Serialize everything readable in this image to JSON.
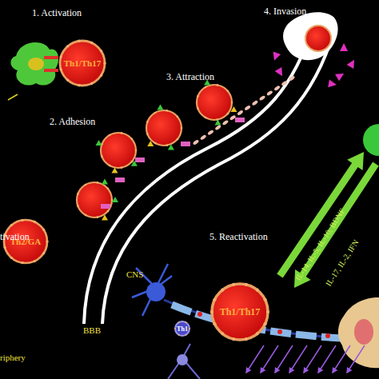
{
  "diagram": {
    "nodes": [
      {
        "text": [
          "Th1/Th17"
        ]
      },
      {
        "text": [
          "Th2/GA"
        ]
      },
      {
        "text": [
          "Th1"
        ]
      },
      {
        "text": [
          "Th1/Th17"
        ]
      }
    ],
    "labels": [
      "1. Activation",
      "2. Adhesion",
      "3. Attraction",
      "4. Invasion",
      "5. Reactivation",
      "tivation",
      "BBB",
      "riphery",
      "CNS",
      "IL-14, IL-5, IL-10, BDNF",
      "IL-17, IL-2, IFN"
    ]
  }
}
